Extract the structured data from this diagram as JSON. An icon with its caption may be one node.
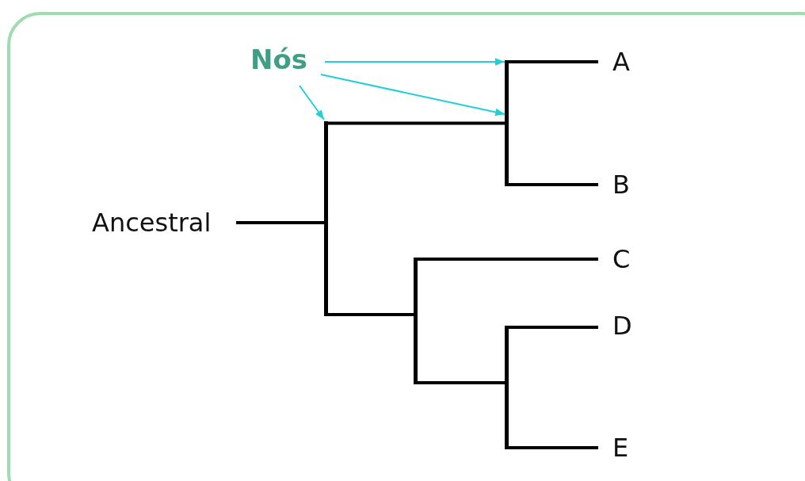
{
  "diagram": {
    "nodes": [
      {
        "text": [
          "Nós"
        ]
      },
      {
        "text": [
          "Ancestral"
        ]
      },
      {
        "text": [],
        "shape": "bar"
      },
      {
        "text": [],
        "shape": "bar"
      },
      {
        "text": [],
        "shape": "bar"
      },
      {
        "text": [],
        "shape": "bar"
      },
      {
        "text": [
          "A"
        ]
      },
      {
        "text": [
          "B"
        ]
      },
      {
        "text": [
          "C"
        ]
      },
      {
        "text": [
          "D"
        ]
      },
      {
        "text": [
          "E"
        ]
      }
    ],
    "edges": [
      {
        "from": 0,
        "to": 3,
        "arrow": "to",
        "color": "#22cfd6"
      },
      {
        "from": 0,
        "to": 3,
        "arrow": "to",
        "color": "#22cfd6"
      },
      {
        "from": 0,
        "to": 2,
        "arrow": "to",
        "color": "#22cfd6"
      },
      {
        "from": 1,
        "to": 2,
        "arrow": "none"
      },
      {
        "from": 2,
        "to": 3,
        "arrow": "none"
      },
      {
        "from": 2,
        "to": 4,
        "arrow": "none"
      },
      {
        "from": 3,
        "to": 6,
        "arrow": "none"
      },
      {
        "from": 3,
        "to": 7,
        "arrow": "none"
      },
      {
        "from": 4,
        "to": 8,
        "arrow": "none"
      },
      {
        "from": 4,
        "to": 5,
        "arrow": "none"
      },
      {
        "from": 5,
        "to": 9,
        "arrow": "none"
      },
      {
        "from": 5,
        "to": 10,
        "arrow": "none"
      }
    ]
  }
}
